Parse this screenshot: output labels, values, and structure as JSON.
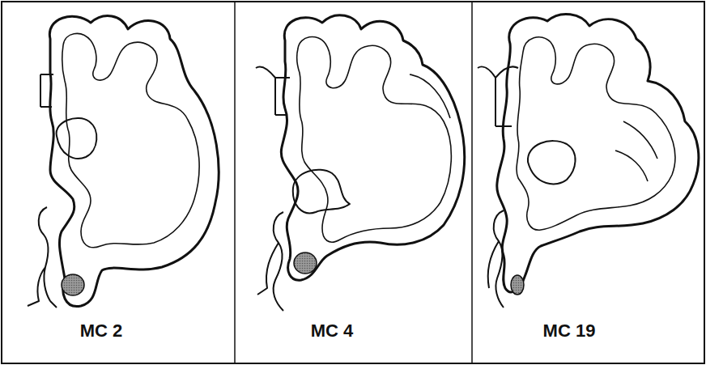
{
  "diagram": {
    "labels": [
      "MC 2",
      "MC 4",
      "MC 19"
    ]
  }
}
